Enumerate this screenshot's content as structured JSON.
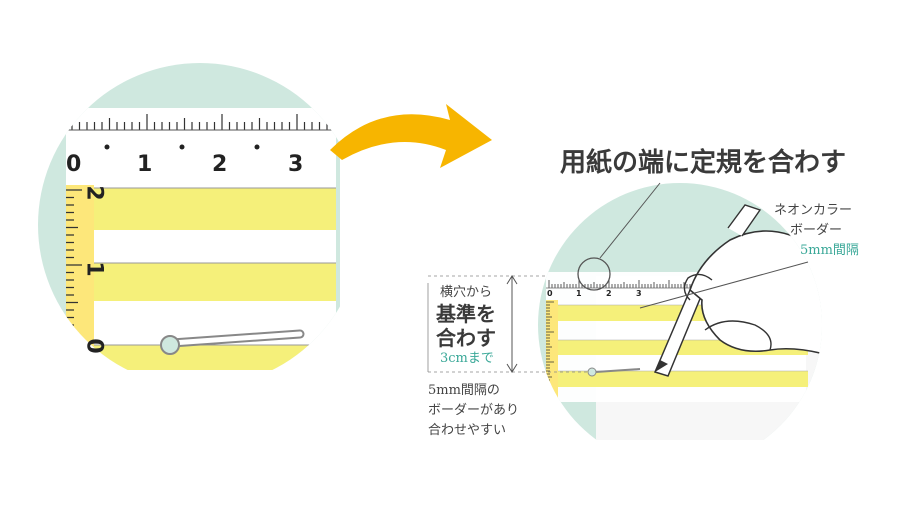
{
  "left_ruler": {
    "top_scale_labels": [
      "0",
      "1",
      "2",
      "3"
    ],
    "side_scale_labels": [
      "2",
      "1",
      "0"
    ]
  },
  "right_panel": {
    "title": "用紙の端に定規を合わす",
    "border_note": {
      "line1": "ネオンカラー",
      "line2": "ボーダー",
      "line3": "5mm間隔"
    },
    "hole_note": {
      "line1": "横穴から",
      "line2": "基準を",
      "line3": "合わす",
      "line4": "3cmまで"
    },
    "bottom_note": {
      "line1": "5mm間隔の",
      "line2": "ボーダーがあり",
      "line3": "合わせやすい"
    },
    "top_scale_labels": [
      "0",
      "1",
      "2",
      "3"
    ]
  },
  "colors": {
    "mint": "#cfe8df",
    "neon_yellow": "#f5f07a",
    "arrow": "#f7b500",
    "accent_teal": "#3aa898"
  }
}
